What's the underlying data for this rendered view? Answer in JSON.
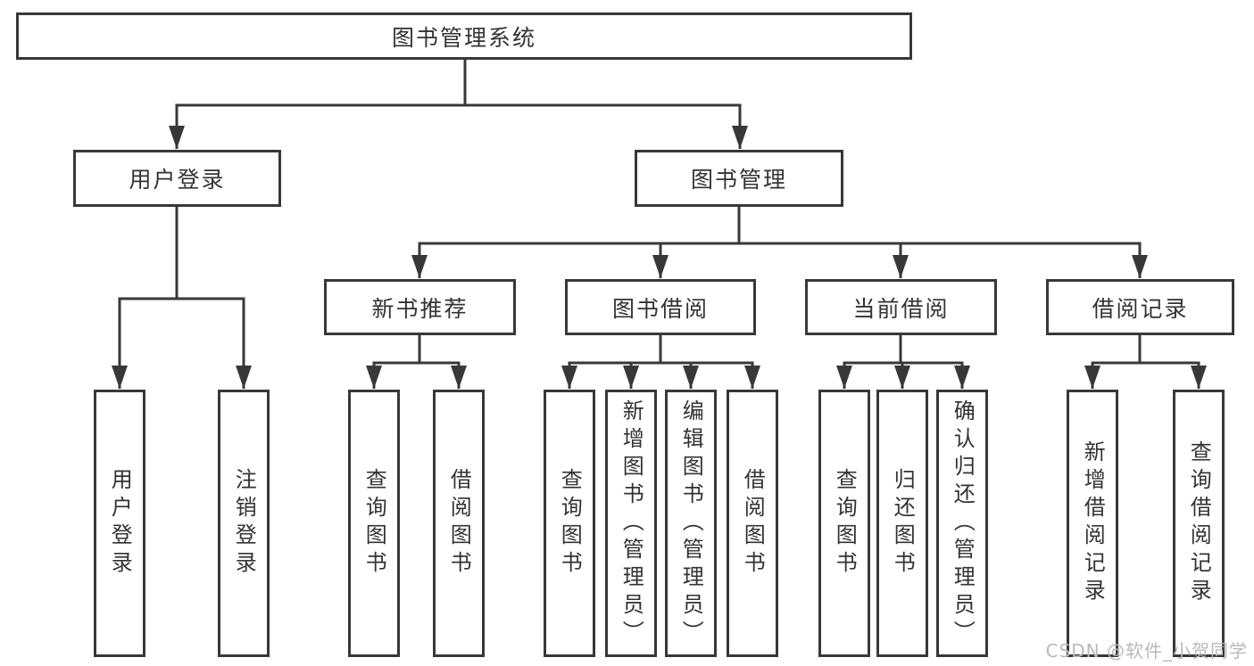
{
  "diagram": {
    "root": {
      "label": "图书管理系统"
    },
    "branches": [
      {
        "label": "用户登录",
        "children": [
          {
            "label": "用户登录"
          },
          {
            "label": "注销登录"
          }
        ]
      },
      {
        "label": "图书管理",
        "children": [
          {
            "label": "新书推荐",
            "children": [
              {
                "label": "查询图书"
              },
              {
                "label": "借阅图书"
              }
            ]
          },
          {
            "label": "图书借阅",
            "children": [
              {
                "label": "查询图书"
              },
              {
                "label": "新增图书（管理员）"
              },
              {
                "label": "编辑图书（管理员）"
              },
              {
                "label": "借阅图书"
              }
            ]
          },
          {
            "label": "当前借阅",
            "children": [
              {
                "label": "查询图书"
              },
              {
                "label": "归还图书"
              },
              {
                "label": "确认归还（管理员）"
              }
            ]
          },
          {
            "label": "借阅记录",
            "children": [
              {
                "label": "新增借阅记录"
              },
              {
                "label": "查询借阅记录"
              }
            ]
          }
        ]
      }
    ]
  },
  "watermark": {
    "text": "CSDN @软件_小贺同学"
  },
  "colors": {
    "line": "#383838",
    "text": "#333333",
    "watermark": "#b9b9b9",
    "background": "#ffffff"
  }
}
